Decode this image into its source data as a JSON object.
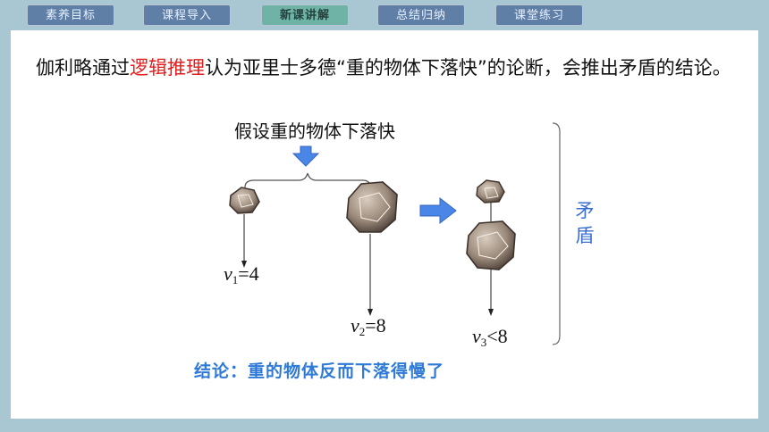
{
  "tabs": [
    {
      "label": "素养目标"
    },
    {
      "label": "课程导入"
    },
    {
      "label": "新课讲解"
    },
    {
      "label": "总结归纳"
    },
    {
      "label": "课堂练习"
    }
  ],
  "intro": {
    "part1": "伽利略通过",
    "highlight": "逻辑推理",
    "part2": "认为亚里士多德“重的物体下落快”的论断，会推出矛盾的结论。"
  },
  "diagram": {
    "assumption": "假设重的物体下落快",
    "v1": {
      "symbol": "v",
      "sub": "1",
      "rest": "=4"
    },
    "v2": {
      "symbol": "v",
      "sub": "2",
      "rest": "=8"
    },
    "v3": {
      "symbol": "v",
      "sub": "3",
      "rest": "<8"
    },
    "contradiction": "矛盾"
  },
  "conclusion": "结论：重的物体反而下落得慢了",
  "colors": {
    "highlight": "#e21d1d",
    "accent_blue": "#3a6fd1",
    "conclusion": "#2e7ad6",
    "arrow_fill": "#4a86e8",
    "tab_active": "#6fb3a7",
    "tab": "#5f7fa6"
  }
}
